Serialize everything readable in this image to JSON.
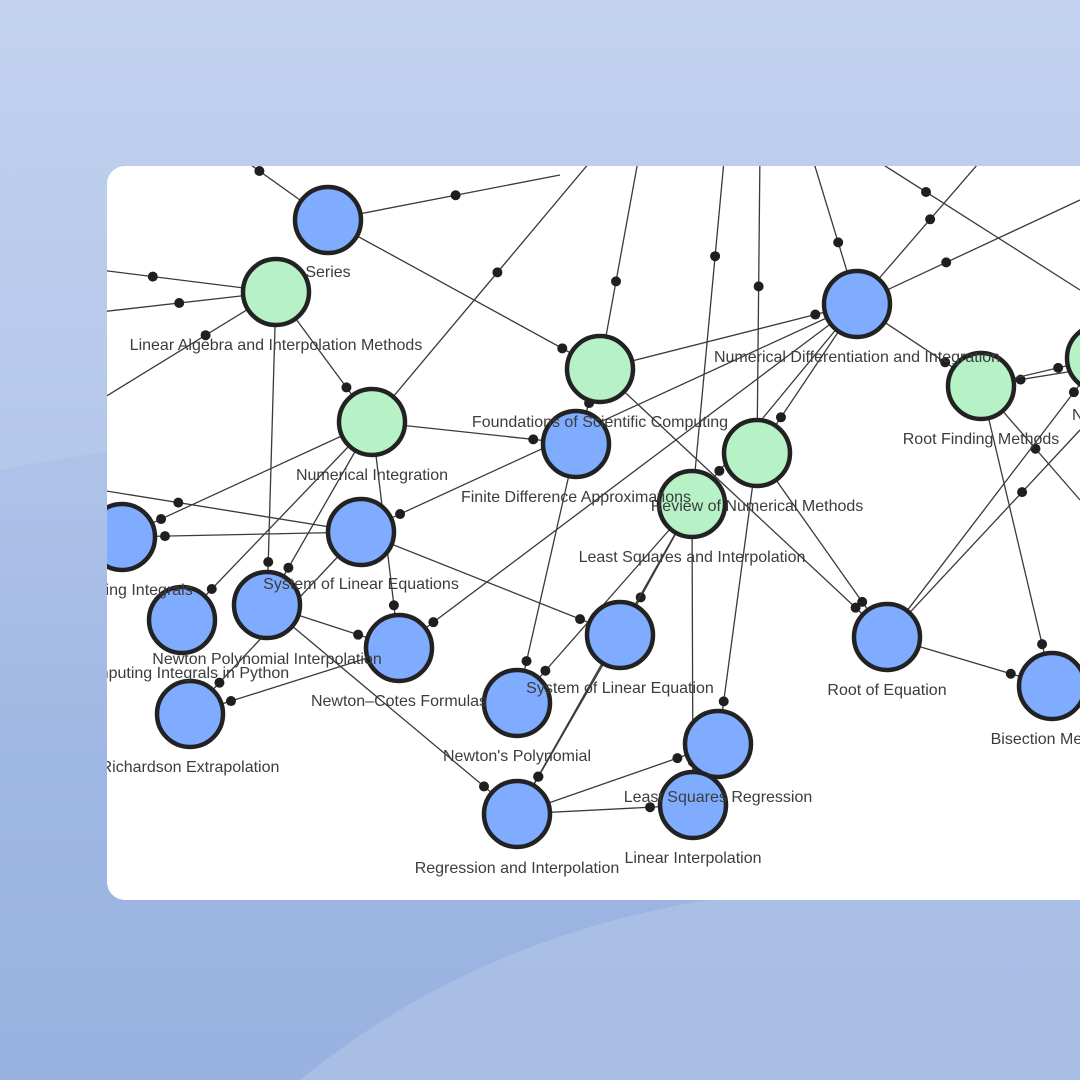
{
  "colors": {
    "background_top": "#c2d2ef",
    "background_bottom": "#8ea9dc",
    "card": "#ffffff",
    "topic_node": "#b6f2c6",
    "item_node": "#80acff",
    "node_border": "#222222",
    "edge": "#3a3a3a",
    "label": "#3c3c3c"
  },
  "graph": {
    "nodes": [
      {
        "id": "series",
        "label": "Series",
        "kind": "item"
      },
      {
        "id": "linalg",
        "label": "Linear Algebra and Interpolation Methods",
        "kind": "topic"
      },
      {
        "id": "numdiff",
        "label": "Numerical Differentiation and Integration",
        "kind": "item"
      },
      {
        "id": "foundation",
        "label": "Foundations of Scientific Computing",
        "kind": "topic"
      },
      {
        "id": "rootfind",
        "label": "Root Finding Methods",
        "kind": "topic"
      },
      {
        "id": "nright",
        "label": "N",
        "kind": "topic"
      },
      {
        "id": "numint",
        "label": "Numerical Integration",
        "kind": "topic"
      },
      {
        "id": "finitediff",
        "label": "Finite Difference Approximations",
        "kind": "item"
      },
      {
        "id": "review",
        "label": "Review of Numerical Methods",
        "kind": "topic"
      },
      {
        "id": "leastsq",
        "label": "Least Squares and Interpolation",
        "kind": "topic"
      },
      {
        "id": "integrate",
        "label": "Integrating Integrals",
        "kind": "item"
      },
      {
        "id": "syslin",
        "label": "System of Linear Equations",
        "kind": "item"
      },
      {
        "id": "newtonpoly",
        "label": "Newton Polynomial Interpolation",
        "kind": "item"
      },
      {
        "id": "computing",
        "label": "Computing Integrals in Python",
        "kind": "item"
      },
      {
        "id": "newtoncotes",
        "label": "Newton–Cotes Formulas",
        "kind": "item"
      },
      {
        "id": "syslin2",
        "label": "System of Linear Equation",
        "kind": "item"
      },
      {
        "id": "rootofeq",
        "label": "Root of Equation",
        "kind": "item"
      },
      {
        "id": "bisection",
        "label": "Bisection Method",
        "kind": "item"
      },
      {
        "id": "newtonspoly",
        "label": "Newton's Polynomial",
        "kind": "item"
      },
      {
        "id": "richardson",
        "label": "Richardson Extrapolation",
        "kind": "item"
      },
      {
        "id": "lsregression",
        "label": "Least Squares Regression",
        "kind": "item"
      },
      {
        "id": "regression",
        "label": "Regression and Interpolation",
        "kind": "item"
      },
      {
        "id": "linearinterp",
        "label": "Linear Interpolation",
        "kind": "item"
      }
    ],
    "edges": [
      [
        "series",
        "foundation"
      ],
      [
        "linalg",
        "newtonpoly"
      ],
      [
        "linalg",
        "numint"
      ],
      [
        "foundation",
        "numdiff"
      ],
      [
        "foundation",
        "finitediff"
      ],
      [
        "foundation",
        "rootofeq"
      ],
      [
        "numint",
        "finitediff"
      ],
      [
        "numint",
        "integrate"
      ],
      [
        "numint",
        "computing"
      ],
      [
        "numint",
        "newtonpoly"
      ],
      [
        "numint",
        "newtoncotes"
      ],
      [
        "numdiff",
        "review"
      ],
      [
        "numdiff",
        "leastsq"
      ],
      [
        "numdiff",
        "syslin"
      ],
      [
        "numdiff",
        "rootfind"
      ],
      [
        "numdiff",
        "newtoncotes"
      ],
      [
        "review",
        "rootofeq"
      ],
      [
        "review",
        "lsregression"
      ],
      [
        "leastsq",
        "syslin2"
      ],
      [
        "leastsq",
        "newtonspoly"
      ],
      [
        "leastsq",
        "linearinterp"
      ],
      [
        "leastsq",
        "regression"
      ],
      [
        "finitediff",
        "newtonspoly"
      ],
      [
        "syslin",
        "syslin2"
      ],
      [
        "syslin",
        "integrate"
      ],
      [
        "syslin",
        "richardson"
      ],
      [
        "newtonpoly",
        "newtoncotes"
      ],
      [
        "newtonpoly",
        "regression"
      ],
      [
        "newtoncotes",
        "richardson"
      ],
      [
        "syslin2",
        "regression"
      ],
      [
        "rootofeq",
        "bisection"
      ],
      [
        "rootfind",
        "bisection"
      ],
      [
        "regression",
        "lsregression"
      ],
      [
        "regression",
        "linearinterp"
      ],
      [
        "rootofeq",
        "nright"
      ],
      [
        "rootfind",
        "nright"
      ]
    ]
  }
}
